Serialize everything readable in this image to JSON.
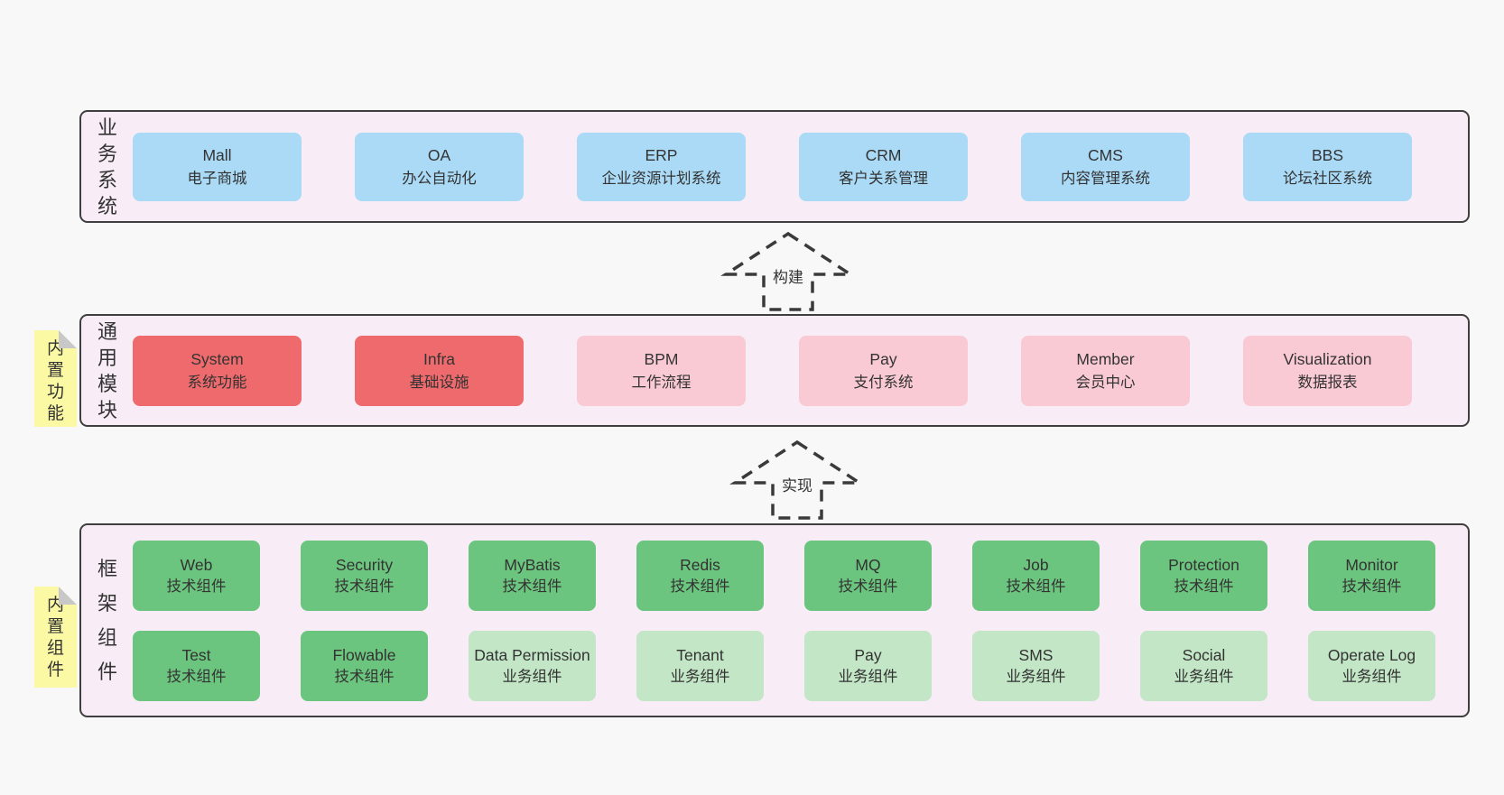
{
  "panels": {
    "business": {
      "side_label": "业务系统",
      "boxes": [
        {
          "name": "Mall",
          "subtitle": "电子商城"
        },
        {
          "name": "OA",
          "subtitle": "办公自动化"
        },
        {
          "name": "ERP",
          "subtitle": "企业资源计划系统"
        },
        {
          "name": "CRM",
          "subtitle": "客户关系管理"
        },
        {
          "name": "CMS",
          "subtitle": "内容管理系统"
        },
        {
          "name": "BBS",
          "subtitle": "论坛社区系统"
        }
      ]
    },
    "modules": {
      "side_label": "通用模块",
      "note": "内置功能",
      "boxes": [
        {
          "name": "System",
          "subtitle": "系统功能",
          "variant": "red"
        },
        {
          "name": "Infra",
          "subtitle": "基础设施",
          "variant": "red"
        },
        {
          "name": "BPM",
          "subtitle": "工作流程",
          "variant": "pink"
        },
        {
          "name": "Pay",
          "subtitle": "支付系统",
          "variant": "pink"
        },
        {
          "name": "Member",
          "subtitle": "会员中心",
          "variant": "pink"
        },
        {
          "name": "Visualization",
          "subtitle": "数据报表",
          "variant": "pink"
        }
      ]
    },
    "components": {
      "side_label": "框架组件",
      "note": "内置组件",
      "row1": [
        {
          "name": "Web",
          "subtitle": "技术组件",
          "variant": "green"
        },
        {
          "name": "Security",
          "subtitle": "技术组件",
          "variant": "green"
        },
        {
          "name": "MyBatis",
          "subtitle": "技术组件",
          "variant": "green"
        },
        {
          "name": "Redis",
          "subtitle": "技术组件",
          "variant": "green"
        },
        {
          "name": "MQ",
          "subtitle": "技术组件",
          "variant": "green"
        },
        {
          "name": "Job",
          "subtitle": "技术组件",
          "variant": "green"
        },
        {
          "name": "Protection",
          "subtitle": "技术组件",
          "variant": "green"
        },
        {
          "name": "Monitor",
          "subtitle": "技术组件",
          "variant": "green"
        }
      ],
      "row2": [
        {
          "name": "Test",
          "subtitle": "技术组件",
          "variant": "green"
        },
        {
          "name": "Flowable",
          "subtitle": "技术组件",
          "variant": "green"
        },
        {
          "name": "Data Permission",
          "subtitle": "业务组件",
          "variant": "lightgreen"
        },
        {
          "name": "Tenant",
          "subtitle": "业务组件",
          "variant": "lightgreen"
        },
        {
          "name": "Pay",
          "subtitle": "业务组件",
          "variant": "lightgreen"
        },
        {
          "name": "SMS",
          "subtitle": "业务组件",
          "variant": "lightgreen"
        },
        {
          "name": "Social",
          "subtitle": "业务组件",
          "variant": "lightgreen"
        },
        {
          "name": "Operate Log",
          "subtitle": "业务组件",
          "variant": "lightgreen"
        }
      ]
    }
  },
  "arrows": [
    {
      "label": "构建"
    },
    {
      "label": "实现"
    }
  ],
  "colors": {
    "background": "#f8f8f8",
    "panel_fill": "#f8edf6",
    "panel_border": "#3f3f3f",
    "box_blue": "#aadaf6",
    "box_red": "#ef6a6c",
    "box_pink": "#facad4",
    "box_green": "#6bc57e",
    "box_lightgreen": "#c2e6c6",
    "note_yellow": "#fbf9a3",
    "fold_gray": "#c8c8c8",
    "text": "#333333"
  }
}
